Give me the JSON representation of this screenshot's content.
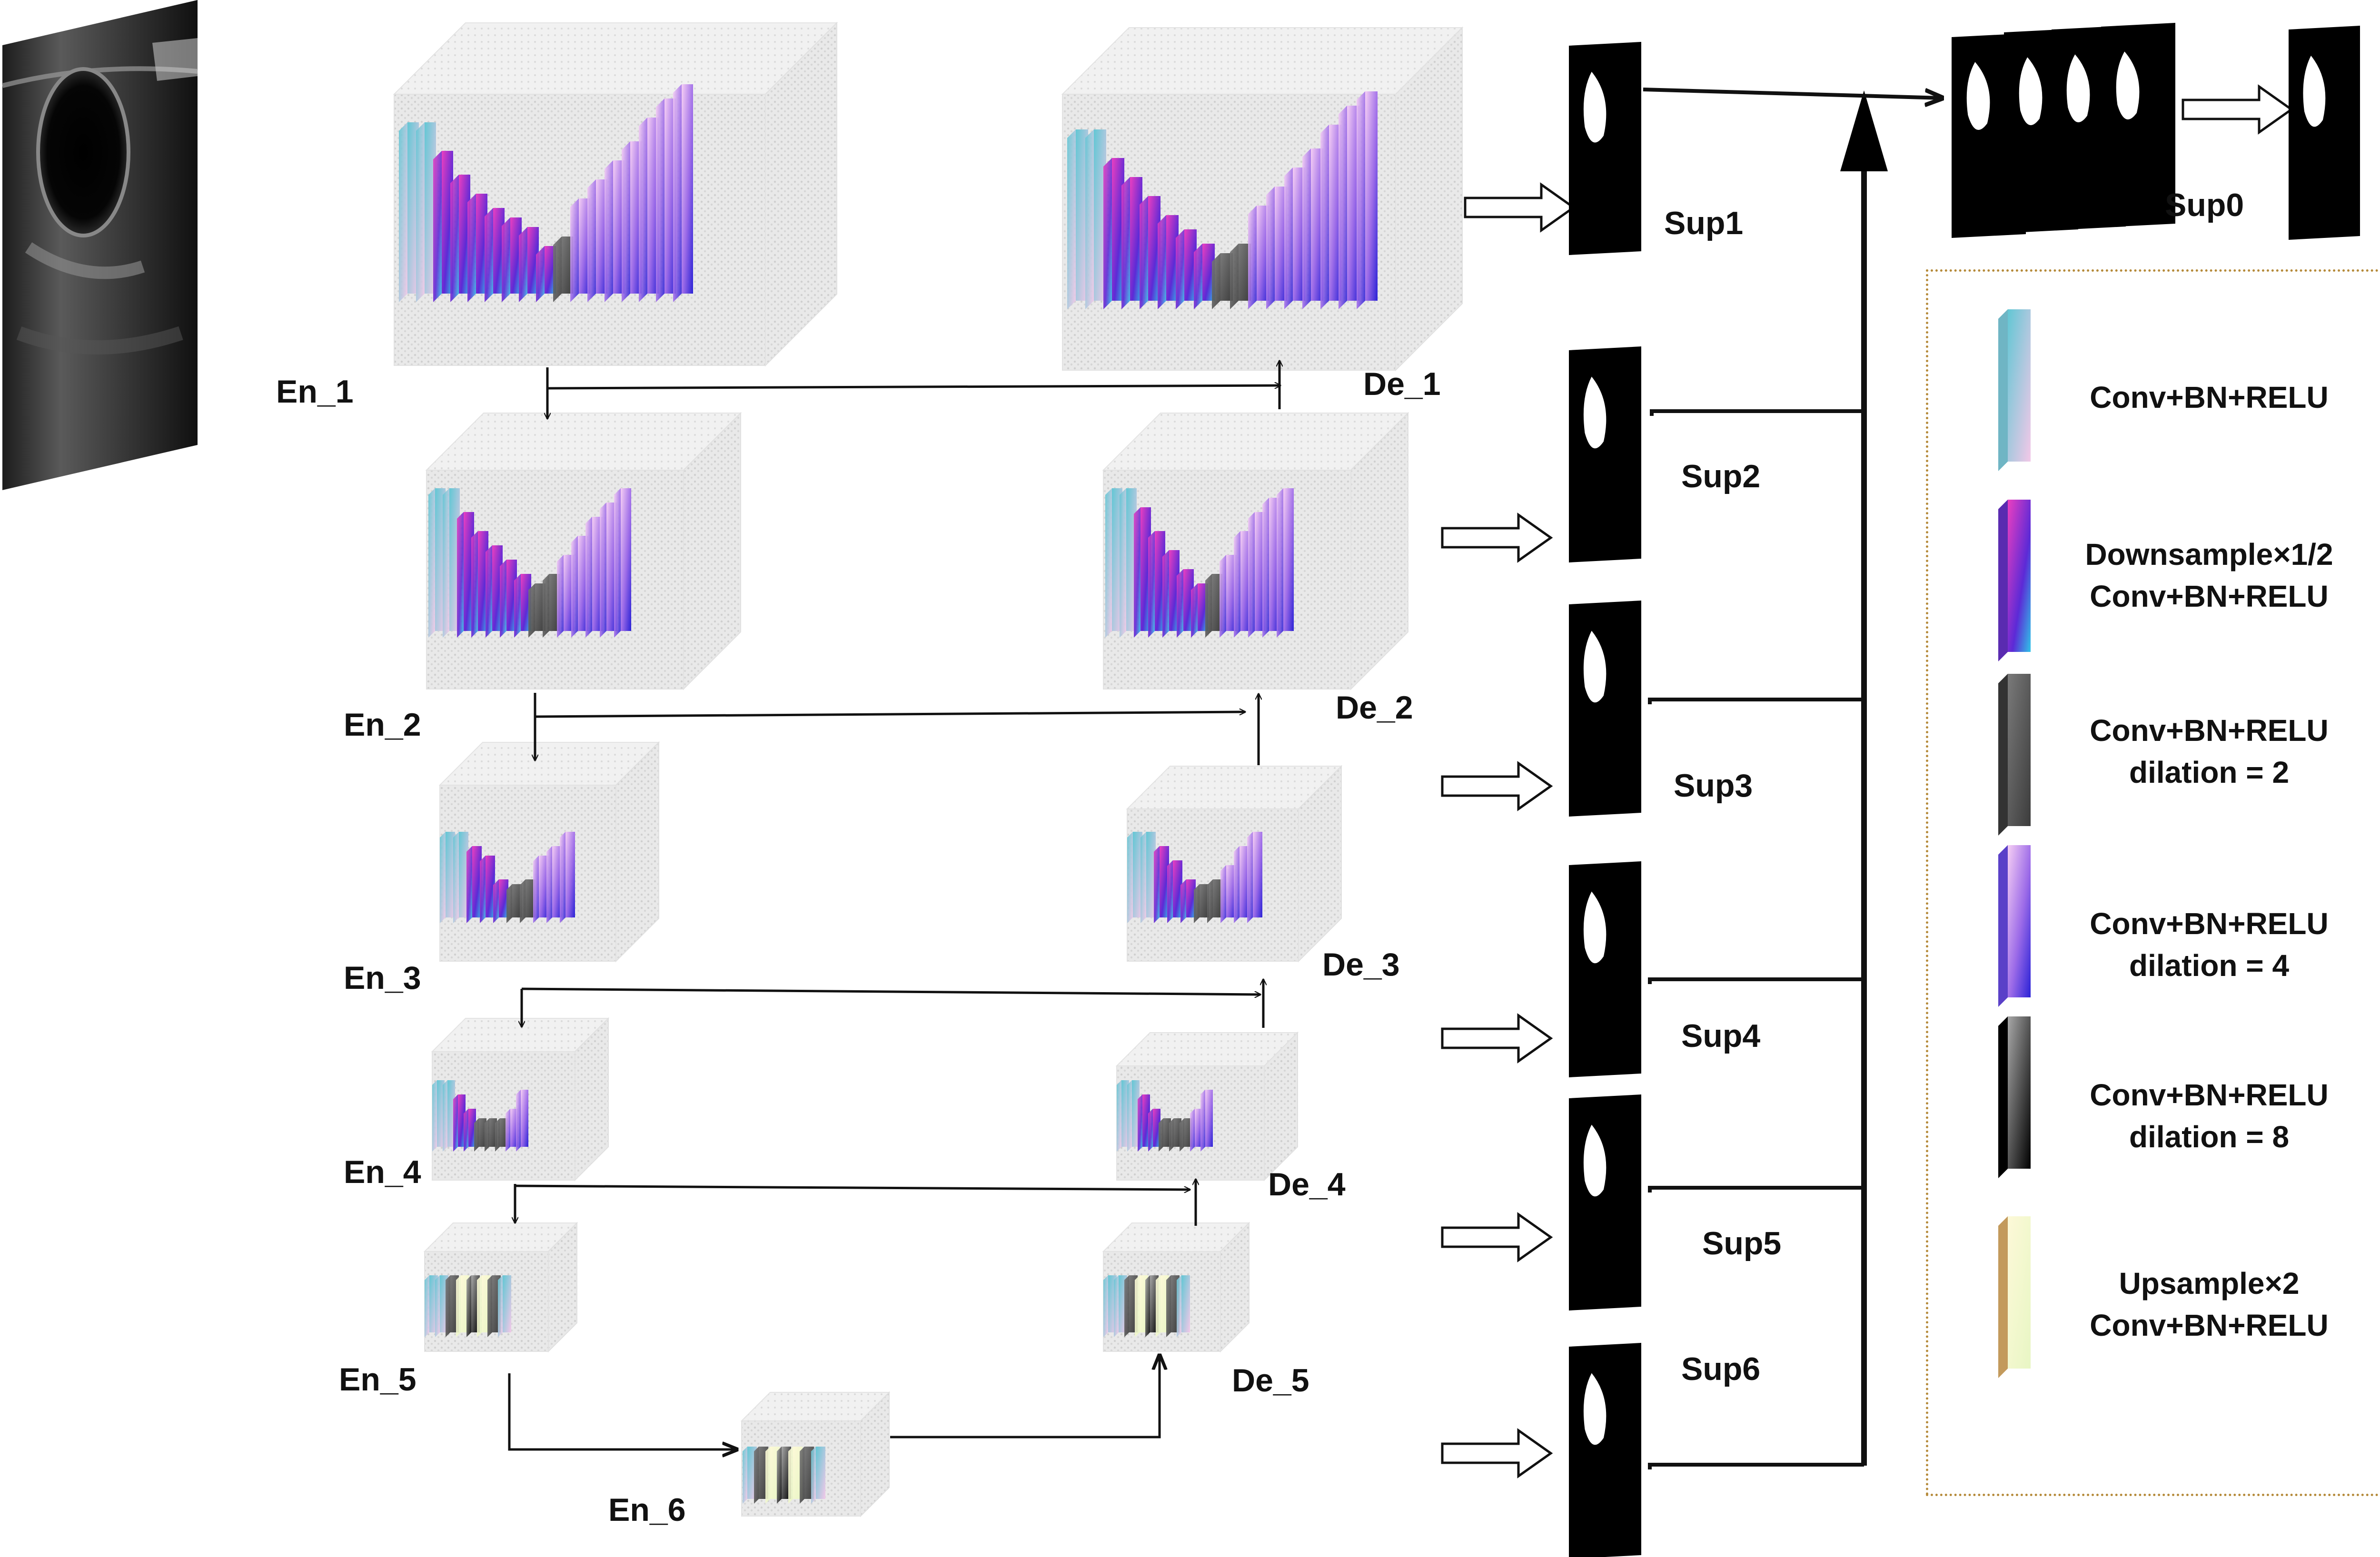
{
  "encoders": [
    {
      "label": "En_1"
    },
    {
      "label": "En_2"
    },
    {
      "label": "En_3"
    },
    {
      "label": "En_4"
    },
    {
      "label": "En_5"
    },
    {
      "label": "En_6"
    }
  ],
  "decoders": [
    {
      "label": "De_1"
    },
    {
      "label": "De_2"
    },
    {
      "label": "De_3"
    },
    {
      "label": "De_4"
    },
    {
      "label": "De_5"
    }
  ],
  "side_outputs": [
    {
      "label": "Sup1"
    },
    {
      "label": "Sup2"
    },
    {
      "label": "Sup3"
    },
    {
      "label": "Sup4"
    },
    {
      "label": "Sup5"
    },
    {
      "label": "Sup6"
    }
  ],
  "fused_output": {
    "label": "Sup0"
  },
  "legend": [
    {
      "name": "conv",
      "line1": "Conv+BN+RELU",
      "line2": "",
      "colors": [
        "#6fc9d6",
        "#f4c6e6"
      ]
    },
    {
      "name": "downsample",
      "line1": "Downsample×1/2",
      "line2": "Conv+BN+RELU",
      "colors": [
        "#e040c0",
        "#3a2bd6"
      ]
    },
    {
      "name": "dilation-2",
      "line1": "Conv+BN+RELU",
      "line2": "dilation = 2",
      "colors": [
        "#6d6d6d",
        "#444444"
      ]
    },
    {
      "name": "dilation-4",
      "line1": "Conv+BN+RELU",
      "line2": "dilation = 4",
      "colors": [
        "#f0c8f0",
        "#3b2bd8"
      ]
    },
    {
      "name": "dilation-8",
      "line1": "Conv+BN+RELU",
      "line2": "dilation = 8",
      "colors": [
        "#9a9a9a",
        "#000000"
      ]
    },
    {
      "name": "upsample",
      "line1": "Upsample×2",
      "line2": "Conv+BN+RELU",
      "colors": [
        "#fbf7d0",
        "#c39a5c"
      ]
    }
  ]
}
